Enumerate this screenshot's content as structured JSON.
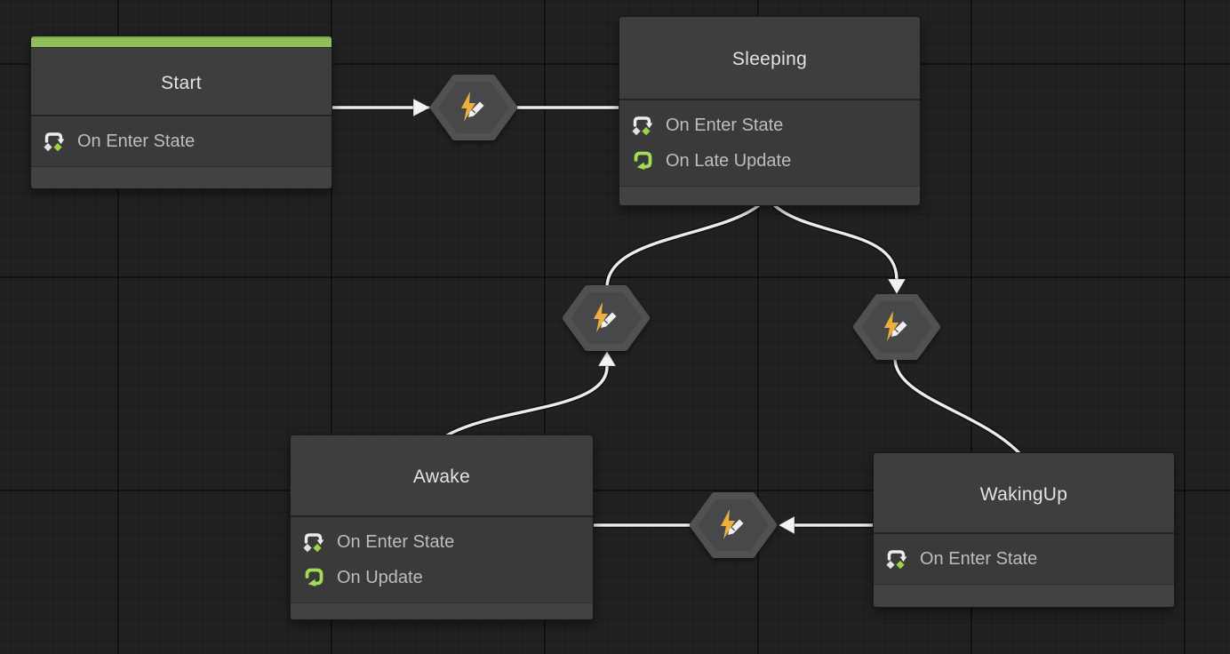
{
  "graph": {
    "colors": {
      "background": "#212121",
      "node_body": "#3d3d3d",
      "start_accent_green": "#90be5a",
      "event_loop_green": "#a4dc55",
      "diamond_green": "#9bd447",
      "bolt_yellow": "#ecae3c",
      "edge_white": "#ededed"
    },
    "states": [
      {
        "id": "start",
        "title": "Start",
        "is_start_state": true,
        "events": [
          {
            "icon": "on-enter-state-icon",
            "label": "On Enter State"
          }
        ]
      },
      {
        "id": "sleeping",
        "title": "Sleeping",
        "is_start_state": false,
        "events": [
          {
            "icon": "on-enter-state-icon",
            "label": "On Enter State"
          },
          {
            "icon": "on-late-update-icon",
            "label": "On Late Update"
          }
        ]
      },
      {
        "id": "awake",
        "title": "Awake",
        "is_start_state": false,
        "events": [
          {
            "icon": "on-enter-state-icon",
            "label": "On Enter State"
          },
          {
            "icon": "on-update-icon",
            "label": "On Update"
          }
        ]
      },
      {
        "id": "wakingup",
        "title": "WakingUp",
        "is_start_state": false,
        "events": [
          {
            "icon": "on-enter-state-icon",
            "label": "On Enter State"
          }
        ]
      }
    ],
    "transitions": [
      {
        "id": "t1",
        "from": "Start",
        "to": "Sleeping",
        "icon": "lightning-pencil-icon"
      },
      {
        "id": "t2",
        "from": "Awake",
        "to": "Sleeping",
        "icon": "lightning-pencil-icon"
      },
      {
        "id": "t3",
        "from": "Sleeping",
        "to": "WakingUp",
        "icon": "lightning-pencil-icon"
      },
      {
        "id": "t4",
        "from": "WakingUp",
        "to": "Awake",
        "icon": "lightning-pencil-icon"
      }
    ]
  }
}
